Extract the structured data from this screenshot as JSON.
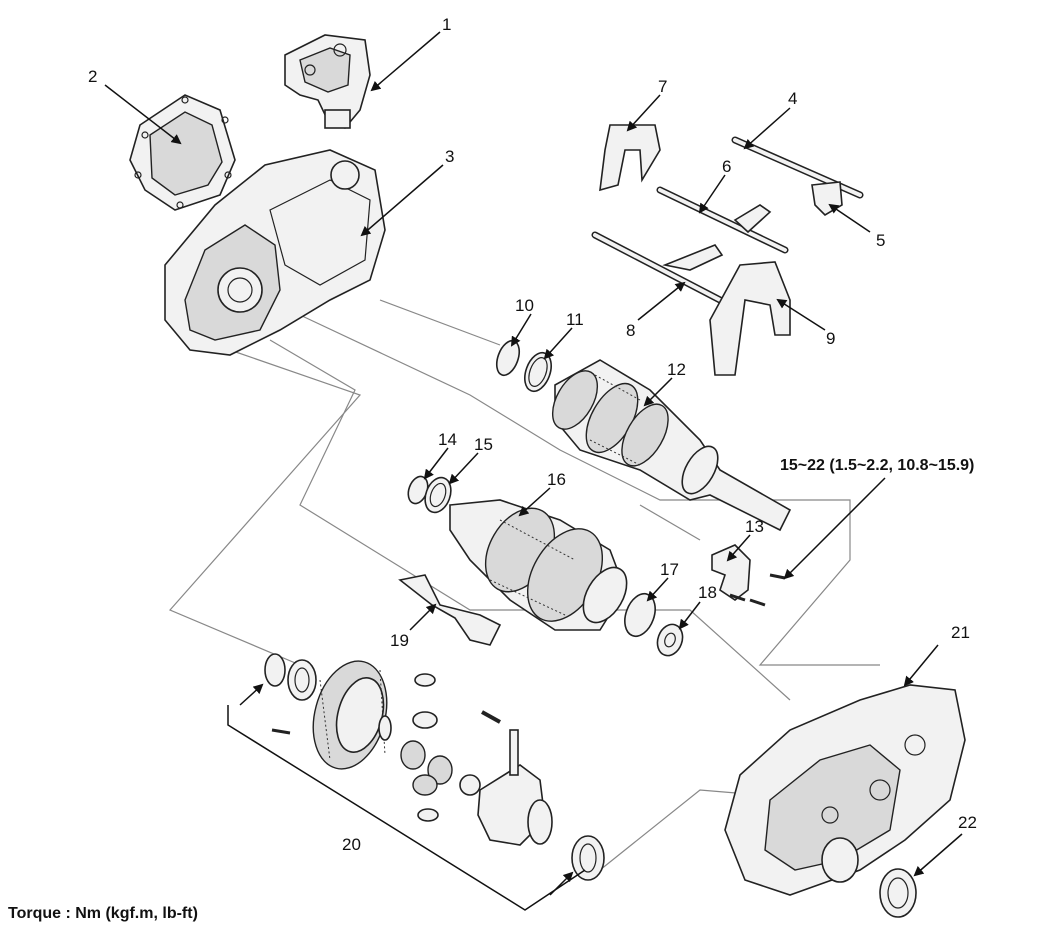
{
  "callouts": {
    "c1": "1",
    "c2": "2",
    "c3": "3",
    "c4": "4",
    "c5": "5",
    "c6": "6",
    "c7": "7",
    "c8": "8",
    "c9": "9",
    "c10": "10",
    "c11": "11",
    "c12": "12",
    "c13": "13",
    "c14": "14",
    "c15": "15",
    "c16": "16",
    "c17": "17",
    "c18": "18",
    "c19": "19",
    "c20": "20",
    "c21": "21",
    "c22": "22"
  },
  "torque_spec": "15~22 (1.5~2.2, 10.8~15.9)",
  "footer": "Torque : Nm (kgf.m, lb-ft)"
}
